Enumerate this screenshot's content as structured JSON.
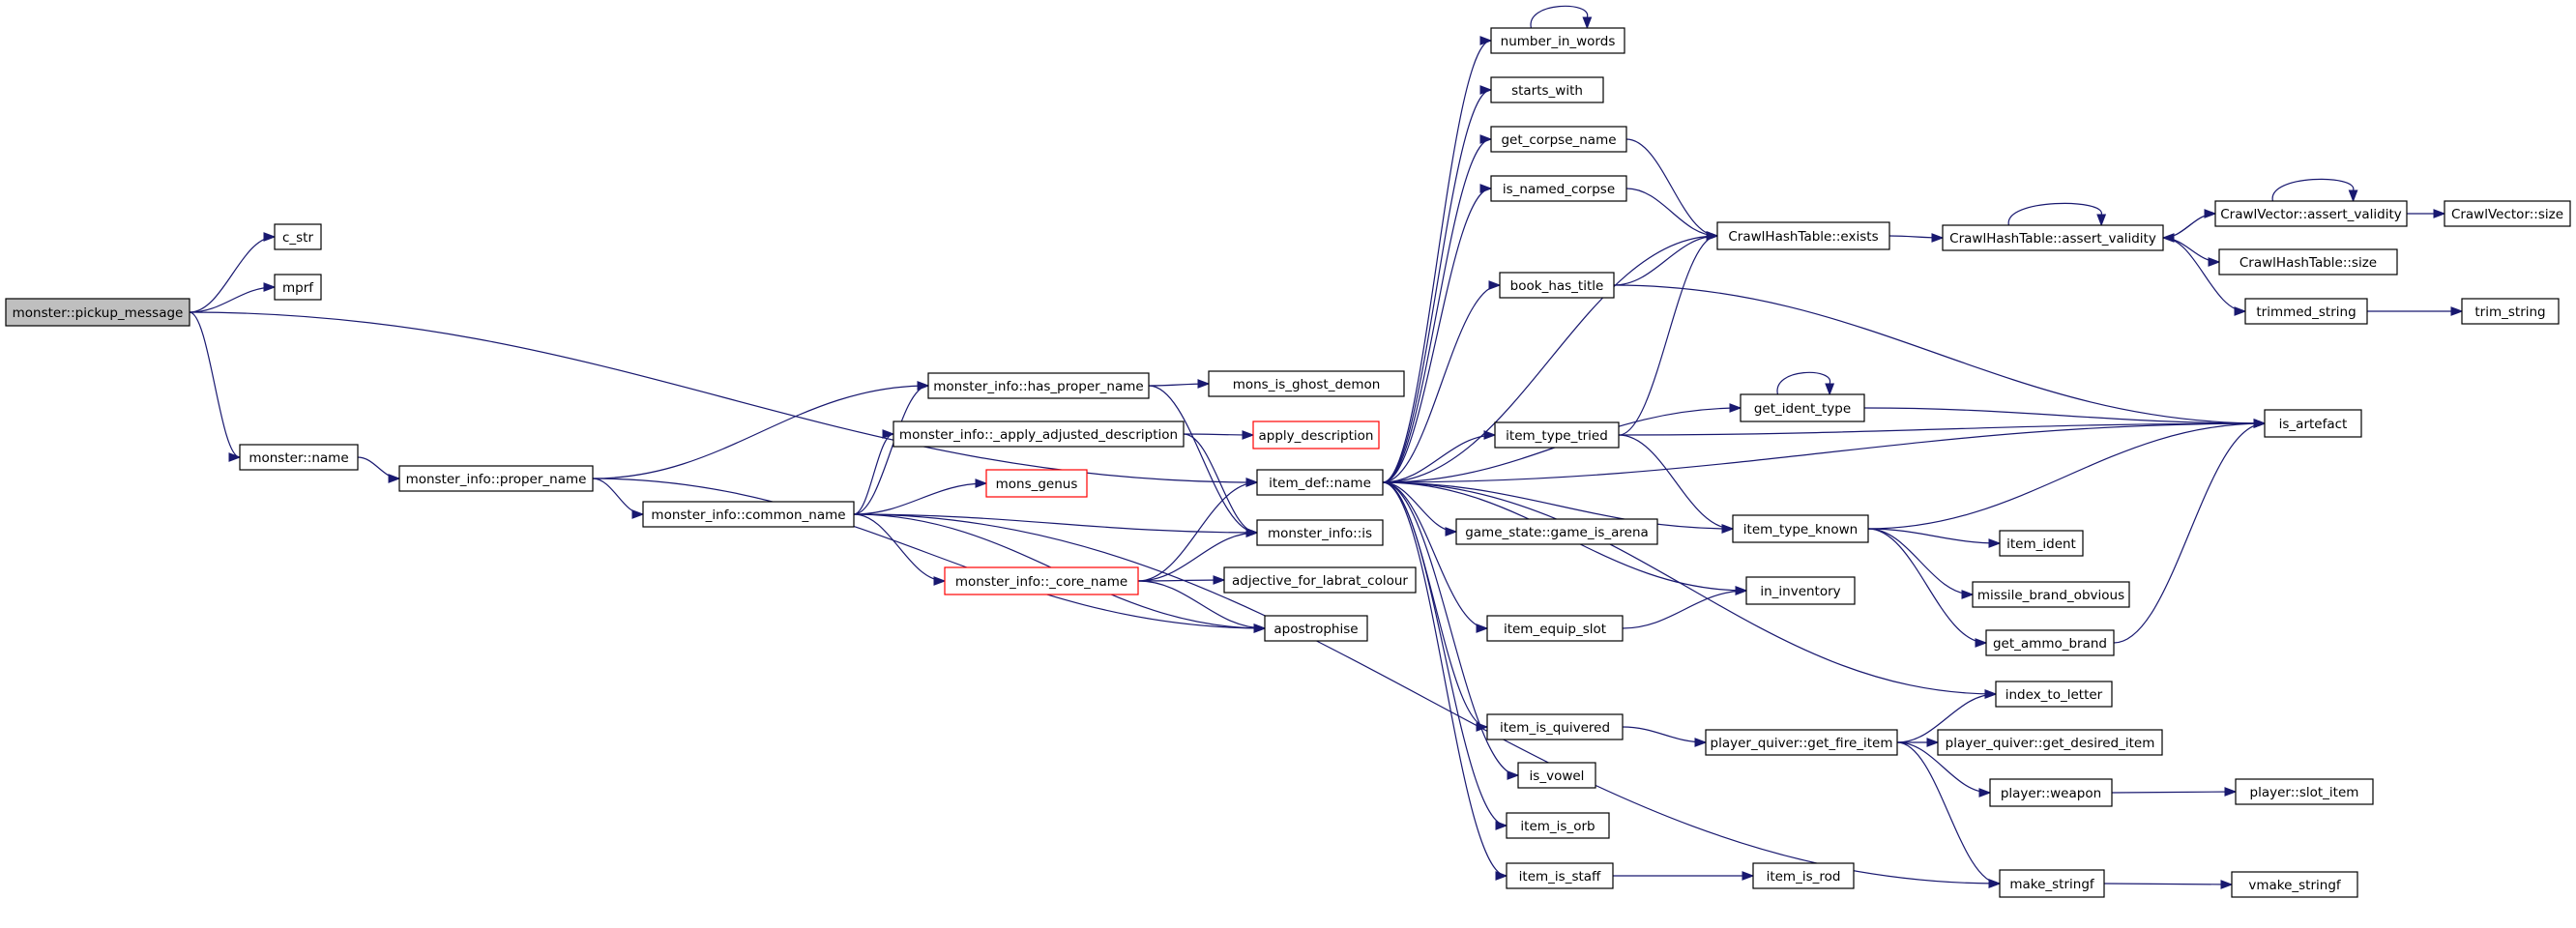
{
  "graph": {
    "root": "n1",
    "colors": {
      "edge": "#191970",
      "root_fill": "#bfbfbf",
      "box": "#000000",
      "truncated": "#ff0000"
    },
    "nodes": [
      {
        "id": "n1",
        "label": "monster::pickup_message"
      },
      {
        "id": "n2",
        "label": "c_str"
      },
      {
        "id": "n3",
        "label": "mprf"
      },
      {
        "id": "n4",
        "label": "monster::name"
      },
      {
        "id": "n5",
        "label": "monster_info::proper_name"
      },
      {
        "id": "n6",
        "label": "monster_info::common_name"
      },
      {
        "id": "n7",
        "label": "monster_info::has_proper_name"
      },
      {
        "id": "n8",
        "label": "monster_info::_apply_adjusted_description"
      },
      {
        "id": "n9",
        "label": "mons_genus",
        "truncated": true
      },
      {
        "id": "n10",
        "label": "monster_info::_core_name",
        "truncated": true
      },
      {
        "id": "n11",
        "label": "mons_is_ghost_demon"
      },
      {
        "id": "n12",
        "label": "apply_description",
        "truncated": true
      },
      {
        "id": "n13",
        "label": "item_def::name"
      },
      {
        "id": "n14",
        "label": "monster_info::is"
      },
      {
        "id": "n15",
        "label": "adjective_for_labrat_colour"
      },
      {
        "id": "n16",
        "label": "apostrophise"
      },
      {
        "id": "n17",
        "label": "number_in_words"
      },
      {
        "id": "n18",
        "label": "starts_with"
      },
      {
        "id": "n19",
        "label": "get_corpse_name"
      },
      {
        "id": "n20",
        "label": "is_named_corpse"
      },
      {
        "id": "n21",
        "label": "book_has_title"
      },
      {
        "id": "n22",
        "label": "item_type_tried"
      },
      {
        "id": "n23",
        "label": "game_state::game_is_arena"
      },
      {
        "id": "n24",
        "label": "item_equip_slot"
      },
      {
        "id": "n25",
        "label": "item_is_quivered"
      },
      {
        "id": "n26",
        "label": "is_vowel"
      },
      {
        "id": "n27",
        "label": "item_is_orb"
      },
      {
        "id": "n28",
        "label": "item_is_staff"
      },
      {
        "id": "n29",
        "label": "CrawlHashTable::exists"
      },
      {
        "id": "n30",
        "label": "get_ident_type"
      },
      {
        "id": "n31",
        "label": "item_type_known"
      },
      {
        "id": "n32",
        "label": "in_inventory"
      },
      {
        "id": "n33",
        "label": "index_to_letter"
      },
      {
        "id": "n34",
        "label": "player_quiver::get_fire_item"
      },
      {
        "id": "n35",
        "label": "item_is_rod"
      },
      {
        "id": "n36",
        "label": "CrawlHashTable::assert_validity"
      },
      {
        "id": "n37",
        "label": "CrawlVector::assert_validity"
      },
      {
        "id": "n38",
        "label": "CrawlHashTable::size"
      },
      {
        "id": "n39",
        "label": "trimmed_string"
      },
      {
        "id": "n40",
        "label": "is_artefact"
      },
      {
        "id": "n41",
        "label": "item_ident"
      },
      {
        "id": "n42",
        "label": "missile_brand_obvious"
      },
      {
        "id": "n43",
        "label": "get_ammo_brand"
      },
      {
        "id": "n44",
        "label": "player_quiver::get_desired_item"
      },
      {
        "id": "n45",
        "label": "player::weapon"
      },
      {
        "id": "n46",
        "label": "make_stringf"
      },
      {
        "id": "n47",
        "label": "CrawlVector::size"
      },
      {
        "id": "n48",
        "label": "trim_string"
      },
      {
        "id": "n49",
        "label": "player::slot_item"
      },
      {
        "id": "n50",
        "label": "vmake_stringf"
      }
    ],
    "edges": [
      [
        "n1",
        "n2"
      ],
      [
        "n1",
        "n3"
      ],
      [
        "n1",
        "n4"
      ],
      [
        "n1",
        "n13"
      ],
      [
        "n4",
        "n5"
      ],
      [
        "n5",
        "n6"
      ],
      [
        "n5",
        "n7"
      ],
      [
        "n5",
        "n16"
      ],
      [
        "n6",
        "n7"
      ],
      [
        "n6",
        "n8"
      ],
      [
        "n6",
        "n9"
      ],
      [
        "n6",
        "n10"
      ],
      [
        "n6",
        "n14"
      ],
      [
        "n6",
        "n16"
      ],
      [
        "n6",
        "n46"
      ],
      [
        "n7",
        "n11"
      ],
      [
        "n7",
        "n14"
      ],
      [
        "n8",
        "n12"
      ],
      [
        "n8",
        "n14"
      ],
      [
        "n10",
        "n13"
      ],
      [
        "n10",
        "n14"
      ],
      [
        "n10",
        "n15"
      ],
      [
        "n10",
        "n16"
      ],
      [
        "n13",
        "n17"
      ],
      [
        "n13",
        "n18"
      ],
      [
        "n13",
        "n19"
      ],
      [
        "n13",
        "n20"
      ],
      [
        "n13",
        "n21"
      ],
      [
        "n13",
        "n29"
      ],
      [
        "n13",
        "n30"
      ],
      [
        "n13",
        "n22"
      ],
      [
        "n13",
        "n40"
      ],
      [
        "n13",
        "n31"
      ],
      [
        "n13",
        "n23"
      ],
      [
        "n13",
        "n32"
      ],
      [
        "n13",
        "n24"
      ],
      [
        "n13",
        "n33"
      ],
      [
        "n13",
        "n25"
      ],
      [
        "n13",
        "n26"
      ],
      [
        "n13",
        "n27"
      ],
      [
        "n13",
        "n28"
      ],
      [
        "n17",
        "n17"
      ],
      [
        "n19",
        "n29"
      ],
      [
        "n20",
        "n29"
      ],
      [
        "n21",
        "n29"
      ],
      [
        "n21",
        "n40"
      ],
      [
        "n22",
        "n29"
      ],
      [
        "n22",
        "n40"
      ],
      [
        "n22",
        "n31"
      ],
      [
        "n24",
        "n32"
      ],
      [
        "n25",
        "n34"
      ],
      [
        "n28",
        "n35"
      ],
      [
        "n29",
        "n36"
      ],
      [
        "n30",
        "n30"
      ],
      [
        "n30",
        "n40"
      ],
      [
        "n31",
        "n40"
      ],
      [
        "n31",
        "n41"
      ],
      [
        "n31",
        "n42"
      ],
      [
        "n31",
        "n43"
      ],
      [
        "n34",
        "n33"
      ],
      [
        "n34",
        "n44"
      ],
      [
        "n34",
        "n45"
      ],
      [
        "n34",
        "n46"
      ],
      [
        "n36",
        "n36"
      ],
      [
        "n36",
        "n37"
      ],
      [
        "n36",
        "n38"
      ],
      [
        "n36",
        "n39"
      ],
      [
        "n37",
        "n36"
      ],
      [
        "n37",
        "n37"
      ],
      [
        "n37",
        "n47"
      ],
      [
        "n39",
        "n48"
      ],
      [
        "n43",
        "n40"
      ],
      [
        "n45",
        "n49"
      ],
      [
        "n46",
        "n50"
      ]
    ]
  }
}
